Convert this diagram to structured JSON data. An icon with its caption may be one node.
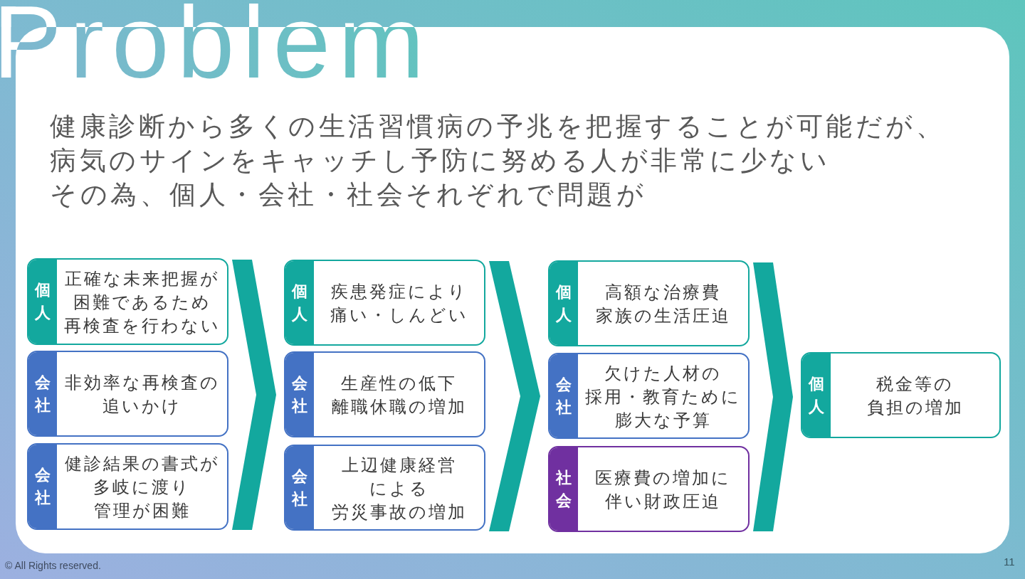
{
  "diagram": {
    "title": "Problem",
    "nodes": [
      {
        "text": [
          "個人",
          "正確な未来把握が困難であるため再検査を行わない"
        ]
      },
      {
        "text": [
          "会社",
          "非効率な再検査の追いかけ"
        ]
      },
      {
        "text": [
          "会社",
          "健診結果の書式が多岐に渡り管理が困難"
        ]
      },
      {
        "text": [
          "個人",
          "疾患発症により痛い・しんどい"
        ]
      },
      {
        "text": [
          "会社",
          "生産性の低下離職休職の増加"
        ]
      },
      {
        "text": [
          "会社",
          "上辺健康経営による労災事故の増加"
        ]
      },
      {
        "text": [
          "個人",
          "高額な治療費家族の生活圧迫"
        ]
      },
      {
        "text": [
          "会社",
          "欠けた人材の採用・教育ために膨大な予算"
        ]
      },
      {
        "text": [
          "社会",
          "医療費の増加に伴い財政圧迫"
        ]
      },
      {
        "text": [
          "個人",
          "税金等の負担の増加"
        ]
      }
    ],
    "edges": [
      {
        "from": 1,
        "to": 4,
        "arrow": "to"
      },
      {
        "from": 4,
        "to": 7,
        "arrow": "to"
      },
      {
        "from": 7,
        "to": 9,
        "arrow": "to"
      }
    ],
    "labels": [
      "健康診断から多くの生活習慣病の予兆を把握することが可能だが、病気のサインをキャッチし予防に努める人が非常に少ないその為、個人・会社・社会それぞれで問題が",
      "© All Rights reserved.",
      "11"
    ]
  }
}
